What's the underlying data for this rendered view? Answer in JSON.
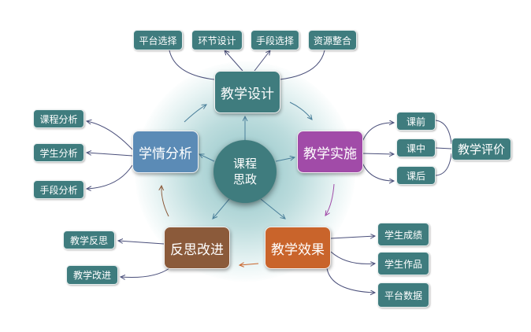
{
  "center": {
    "line1": "课程",
    "line2": "思政"
  },
  "main": {
    "design": "教学设计",
    "implement": "教学实施",
    "effect": "教学效果",
    "reflect": "反思改进",
    "analysis": "学情分析"
  },
  "design_children": [
    "平台选择",
    "环节设计",
    "手段选择",
    "资源整合"
  ],
  "analysis_children": [
    "课程分析",
    "学生分析",
    "手段分析"
  ],
  "implement_children": [
    "课前",
    "课中",
    "课后"
  ],
  "evaluation": "教学评价",
  "effect_children": [
    "学生成绩",
    "学生作品",
    "平台数据"
  ],
  "reflect_children": [
    "教学反思",
    "教学改进"
  ],
  "colors": {
    "teal": "#3f7c7e",
    "blue": "#5b8bb6",
    "purple": "#a14ba8",
    "orange": "#c9642b",
    "brown": "#8b5a3a"
  }
}
